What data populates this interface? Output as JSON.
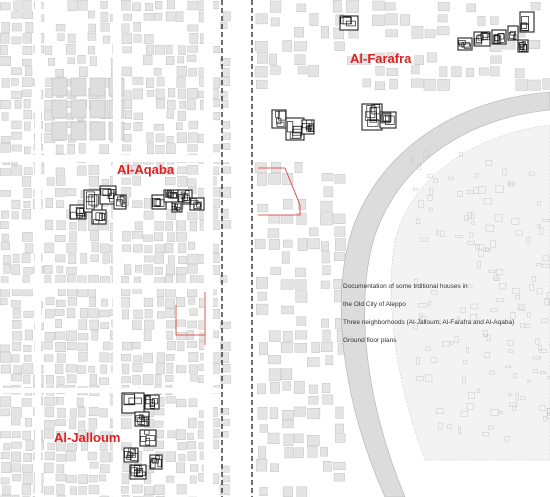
{
  "neighborhood_labels": {
    "aqaba": "Al-Aqaba",
    "farafra": "Al-Farafra",
    "jalloum": "Al-Jalloum"
  },
  "notes": [
    "Documentation of some trditional houses in",
    "the Old City of Aleppo",
    "Three neighborhoods (Al-Jalloum, Al-Farafra and Al-Aqaba)",
    "Ground floor plans"
  ],
  "colors": {
    "label": "#e02020",
    "building_fill": "#e4e4e4",
    "building_stroke": "#b8b8b8",
    "house_plan": "#222222",
    "divider": "#111111",
    "citadel_moat": "#d9d9d9",
    "red_parcel": "#e03030"
  }
}
